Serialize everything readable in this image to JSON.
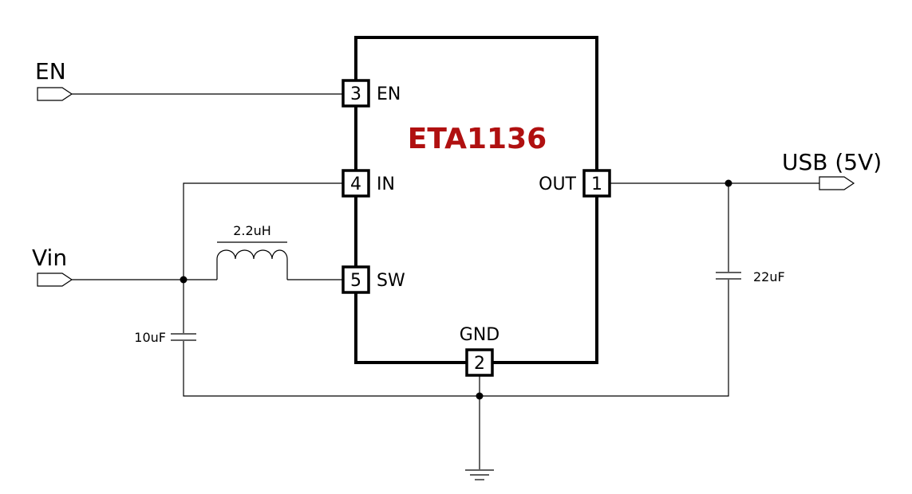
{
  "colors": {
    "chip_name": "#b01010",
    "wire": "#000000"
  },
  "chip": {
    "name": "ETA1136",
    "pins": {
      "en": {
        "number": "3",
        "label": "EN"
      },
      "in": {
        "number": "4",
        "label": "IN"
      },
      "sw": {
        "number": "5",
        "label": "SW"
      },
      "out": {
        "number": "1",
        "label": "OUT"
      },
      "gnd": {
        "number": "2",
        "label": "GND"
      }
    }
  },
  "ports": {
    "en": "EN",
    "vin": "Vin",
    "usb": "USB (5V)"
  },
  "components": {
    "inductor": "2.2uH",
    "cap_in": "10uF",
    "cap_out": "22uF"
  }
}
